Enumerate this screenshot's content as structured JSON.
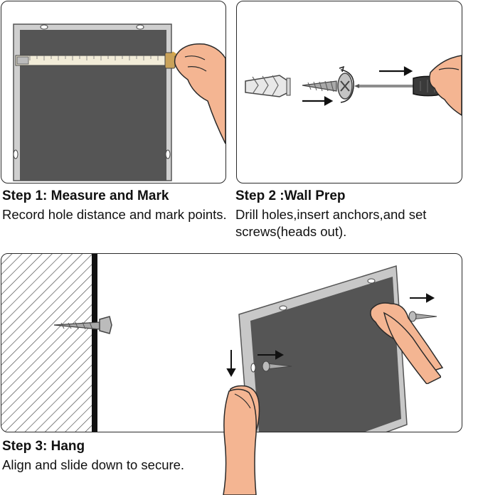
{
  "steps": [
    {
      "title": "Step 1: Measure and Mark",
      "description": "Record hole distance and mark points."
    },
    {
      "title": "Step 2 :Wall Prep",
      "description": "Drill holes,insert anchors,and set screws(heads out)."
    },
    {
      "title": "Step 3: Hang",
      "description": "Align and slide down to secure."
    }
  ],
  "colors": {
    "frame_fill": "#555555",
    "frame_border": "#c8c8c8",
    "tape_measure": "#f2ecd8",
    "tape_case": "#c9a25a",
    "skin": "#f4b592",
    "screwdriver_handle": "#3a3a3a",
    "screw": "#a9a9a9",
    "wall_hatch": "#444444"
  }
}
